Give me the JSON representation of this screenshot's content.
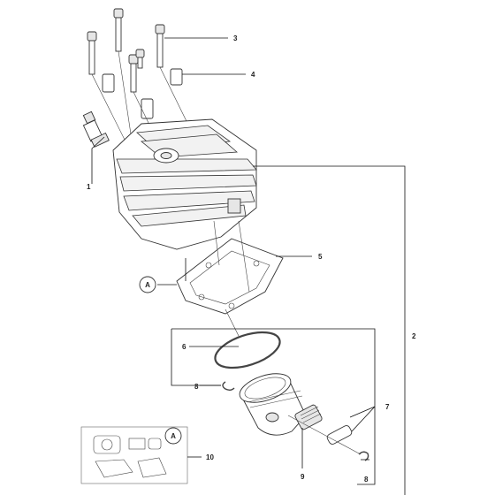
{
  "callouts": [
    "1",
    "2",
    "3",
    "4",
    "5",
    "6",
    "7",
    "8",
    "8",
    "9",
    "10"
  ],
  "reference_marks": [
    "A",
    "A"
  ],
  "parts": [
    "spark-plug",
    "cylinder",
    "cylinder-bolt",
    "bolt-sleeve",
    "cylinder-gasket",
    "piston-ring",
    "piston",
    "circlip",
    "needle-bearing",
    "piston-pin",
    "gasket-kit"
  ]
}
